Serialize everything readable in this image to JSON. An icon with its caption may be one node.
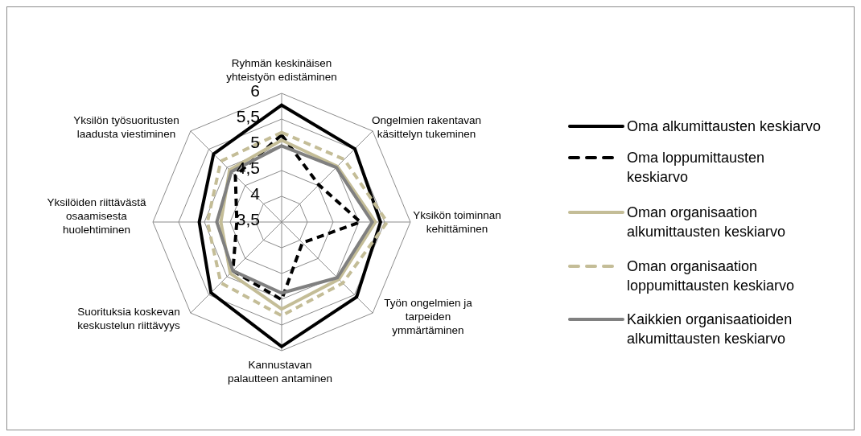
{
  "diagram": {
    "labels": [
      "Ryhmän keskinäisen yhteistyön edistäminen",
      "6",
      "5,5",
      "Yksilön työsuoritusten laadusta viestiminen",
      "Ongelmien rakentavan käsittelyn tukeminen",
      "5",
      "4,5",
      "4",
      "Yksilöiden riittävästä osaamisesta huolehtiminen",
      "3,5",
      "Yksikön toiminnan kehittäminen",
      "Työn ongelmien ja tarpeiden ymmärtäminen",
      "Suorituksia koskevan keskustelun riittävyys",
      "Kannustavan palautteen antaminen"
    ],
    "legend": [
      {
        "text": "Oma alkumittausten keskiarvo"
      },
      {
        "text": "Oma loppumittausten keskiarvo"
      },
      {
        "text": "Oman organisaation alkumittausten keskiarvo"
      },
      {
        "text": "Oman organisaation loppumittausten keskiarvo"
      },
      {
        "text": "Kaikkien organisaatioiden alkumittausten keskiarvo"
      }
    ]
  }
}
